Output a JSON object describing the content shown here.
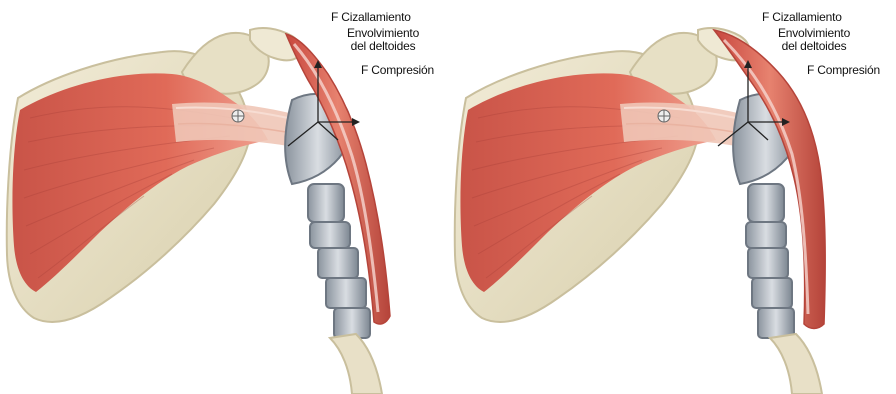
{
  "figures": [
    {
      "labels": {
        "shear": "F Cizallamiento",
        "wrap_line1": "Envolvimiento",
        "wrap_line2": "del deltoides",
        "compression": "F Compresión"
      }
    },
    {
      "labels": {
        "shear": "F Cizallamiento",
        "wrap_line1": "Envolvimiento",
        "wrap_line2": "del deltoides",
        "compression": "F Compresión"
      }
    }
  ],
  "colors": {
    "bone": "#e9e2c9",
    "bone_edge": "#c9bf9d",
    "muscle_main": "#d85f4f",
    "muscle_dark": "#b7463d",
    "muscle_light": "#ef9a86",
    "implant": "#a7aeb7",
    "implant_dark": "#6e7782",
    "vector": "#222222"
  }
}
